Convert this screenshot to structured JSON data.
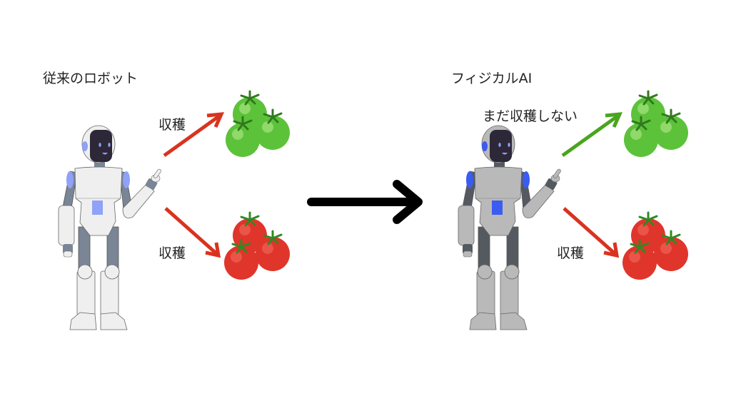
{
  "left": {
    "title": "従来のロボット",
    "harvest_top": "収穫",
    "harvest_bottom": "収穫"
  },
  "right": {
    "title": "フィジカルAI",
    "not_harvest": "まだ収穫しない",
    "harvest_bottom": "収穫"
  },
  "colors": {
    "red_arrow": "#d9331f",
    "green_arrow": "#4aa51d",
    "black_arrow": "#000000",
    "ripe_tomato": "#e0352b",
    "unripe_tomato": "#5cc23a"
  }
}
